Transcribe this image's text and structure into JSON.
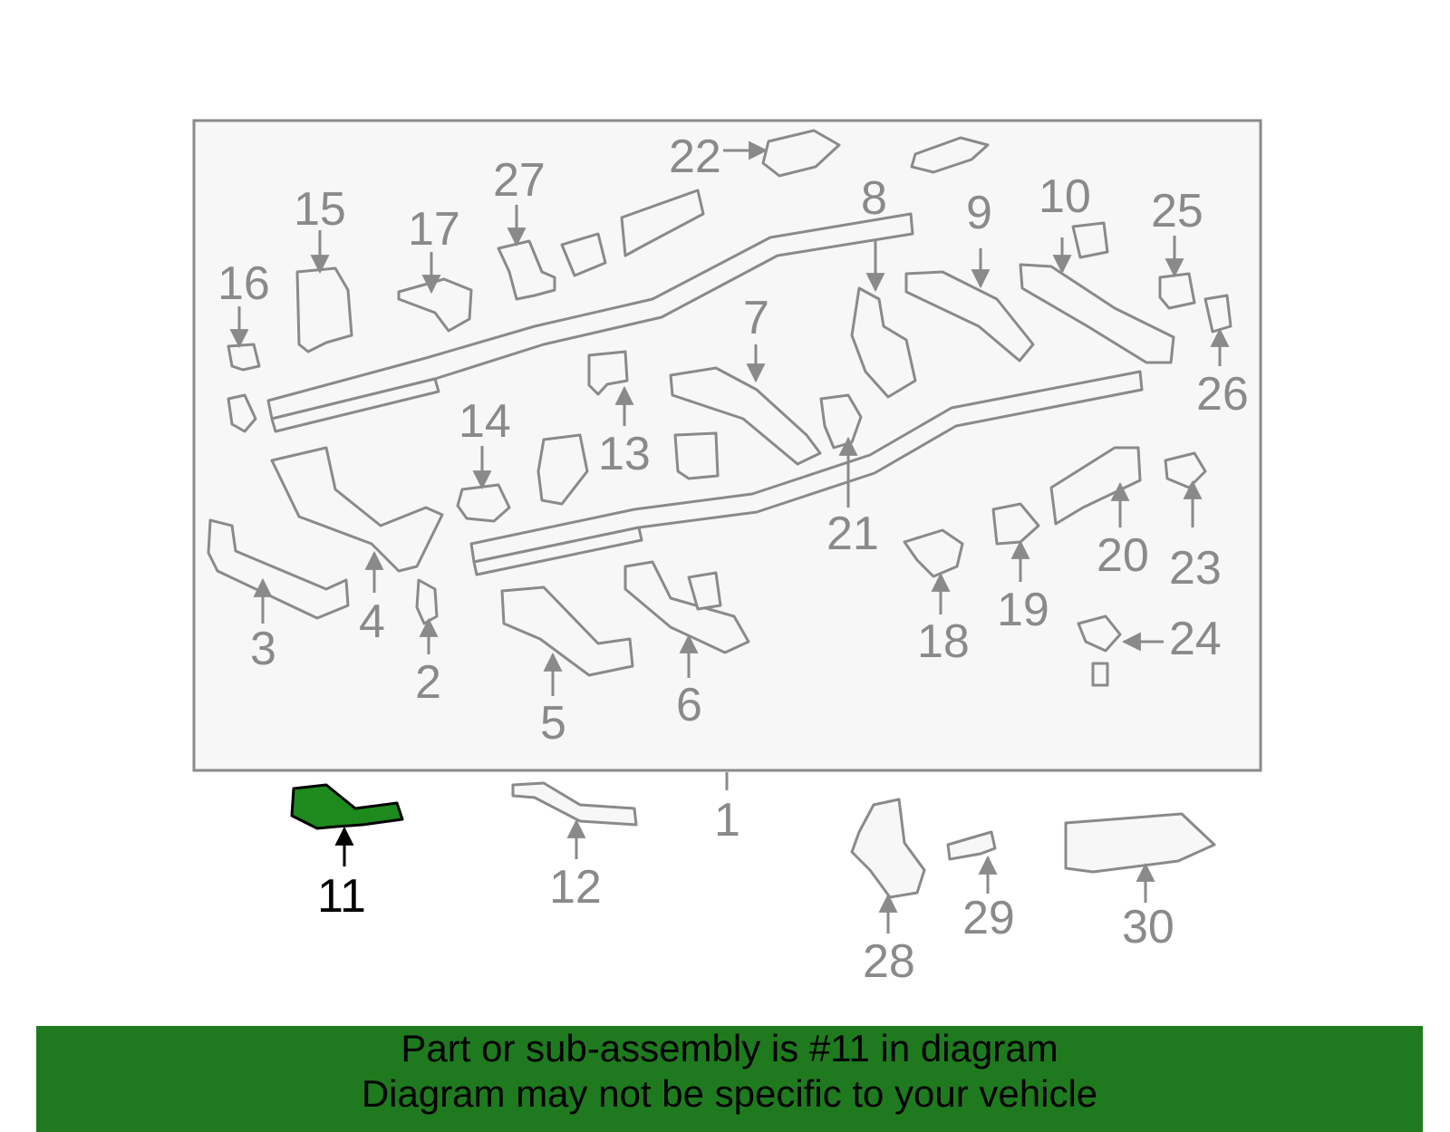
{
  "diagram": {
    "callouts": [
      "1",
      "2",
      "3",
      "4",
      "5",
      "6",
      "7",
      "8",
      "9",
      "10",
      "11",
      "12",
      "13",
      "14",
      "15",
      "16",
      "17",
      "18",
      "19",
      "20",
      "21",
      "22",
      "23",
      "24",
      "25",
      "26",
      "27",
      "28",
      "29",
      "30"
    ],
    "highlighted": "11"
  },
  "colors": {
    "highlight": "#1e8a1e",
    "banner": "#1f7a1f",
    "line": "#8a8a8a"
  },
  "banner": {
    "line1": "Part or sub-assembly is #11 in diagram",
    "line2": "Diagram may not be specific to your vehicle"
  }
}
